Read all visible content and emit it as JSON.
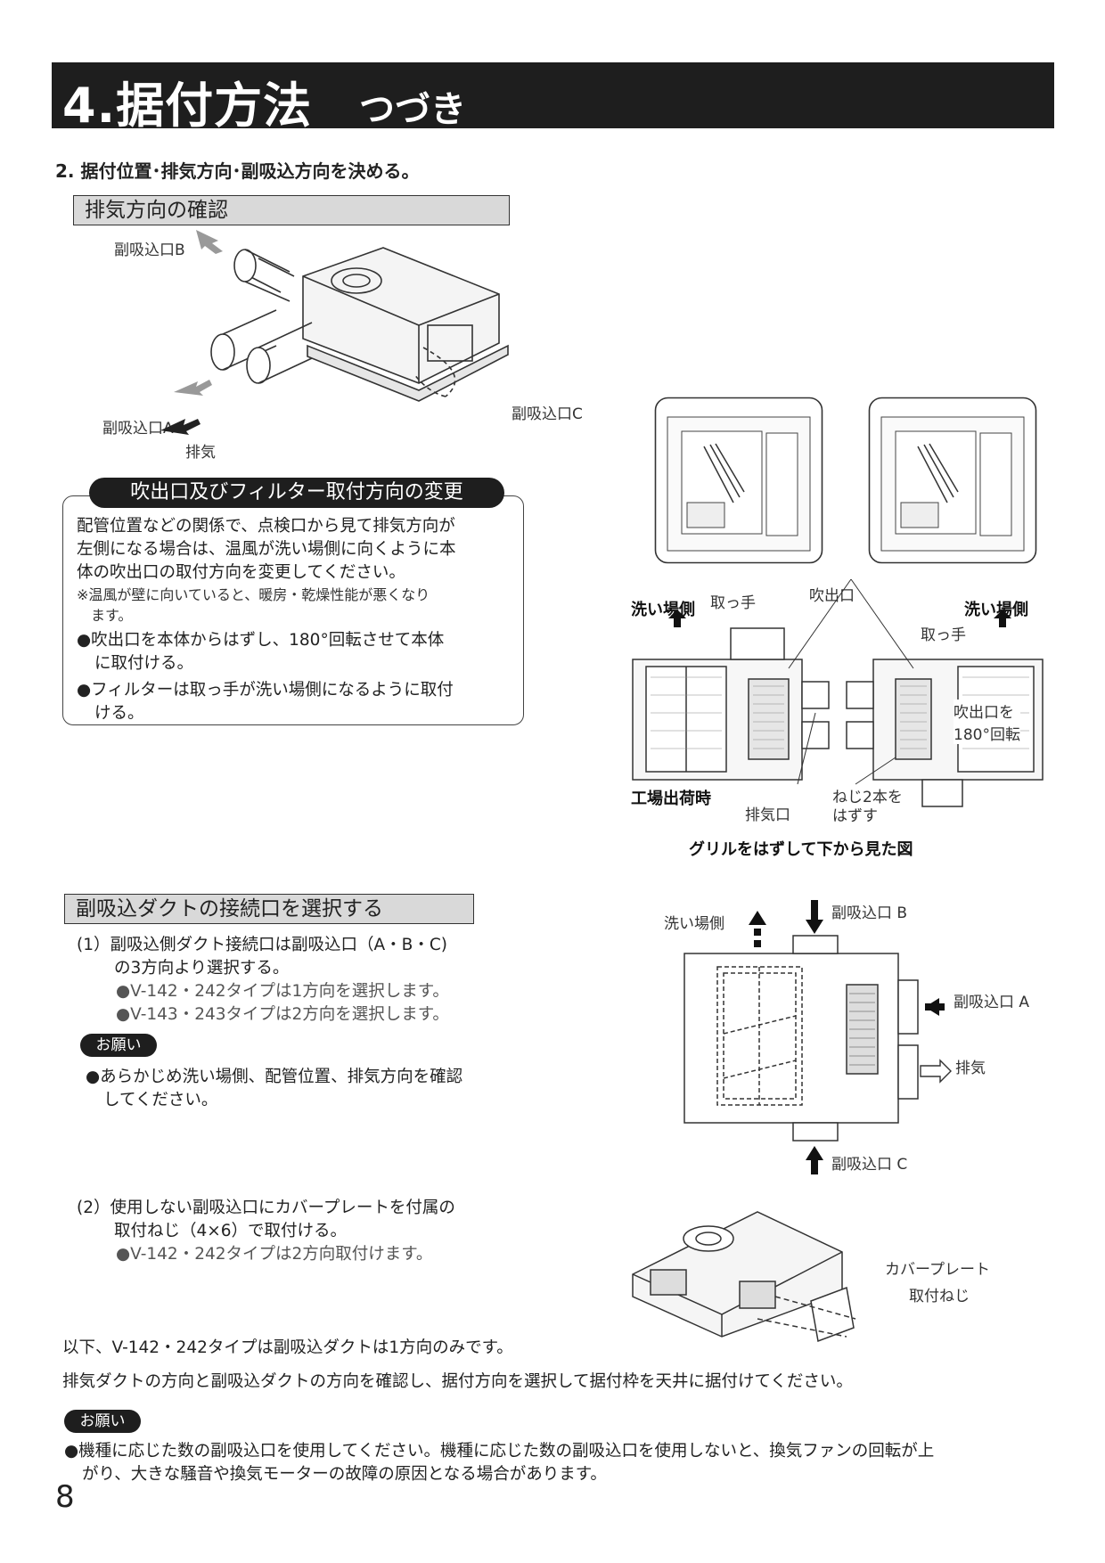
{
  "header": {
    "title_main": "4.据付方法",
    "title_sub": "つづき"
  },
  "step2": {
    "heading": "2. 据付位置･排気方向･副吸込方向を決める。"
  },
  "exhaust_section": {
    "title": "排気方向の確認",
    "labels": {
      "b": "副吸込口B",
      "a": "副吸込口A",
      "c": "副吸込口C",
      "exhaust": "排気"
    }
  },
  "change_box": {
    "title": "吹出口及びフィルター取付方向の変更",
    "body": [
      "配管位置などの関係で、点検口から見て排気方向が",
      "左側になる場合は、温風が洗い場側に向くように本",
      "体の吹出口の取付方向を変更してください。"
    ],
    "note": [
      "※温風が壁に向いていると、暖房・乾燥性能が悪くなり",
      "　ます。"
    ],
    "bullets": [
      [
        "●吹出口を本体からはずし、180°回転させて本体",
        "に取付ける。"
      ],
      [
        "●フィルターは取っ手が洗い場側になるように取付",
        "ける。"
      ]
    ]
  },
  "bottom_view": {
    "wash_left": "洗い場側",
    "wash_right": "洗い場側",
    "handle_left": "取っ手",
    "handle_right": "取っ手",
    "outlet": "吹出口",
    "rotate": [
      "吹出口を",
      "180°回転"
    ],
    "factory": "工場出荷時",
    "exhaust_port": "排気口",
    "screws": [
      "ねじ2本を",
      "はずす"
    ],
    "caption": "グリルをはずして下から見た図"
  },
  "duct_section": {
    "title": "副吸込ダクトの接続口を選択する",
    "item1": [
      "(1）副吸込側ダクト接続口は副吸込口（A・B・C)",
      "の3方向より選択する。"
    ],
    "item1_bullets": [
      "●V-142・242タイプは1方向を選択します。",
      "●V-143・243タイプは2方向を選択します。"
    ],
    "request1": "お願い",
    "request1_text": [
      "●あらかじめ洗い場側、配管位置、排気方向を確認",
      "してください。"
    ],
    "item2": [
      "(2）使用しない副吸込口にカバープレートを付属の",
      "取付ねじ（4×6）で取付ける。"
    ],
    "item2_bullet": "●V-142・242タイプは2方向取付けます。"
  },
  "duct_diagram": {
    "wash": "洗い場側",
    "b": "副吸込口 B",
    "a": "副吸込口 A",
    "exhaust": "排気",
    "c": "副吸込口 C"
  },
  "cover_diagram": {
    "cover": "カバープレート",
    "screw": "取付ねじ"
  },
  "footer_text": {
    "line1": "以下、V-142・242タイプは副吸込ダクトは1方向のみです。",
    "line2": "排気ダクトの方向と副吸込ダクトの方向を確認し、据付方向を選択して据付枠を天井に据付けてください。",
    "request": "お願い",
    "warning": [
      "●機種に応じた数の副吸込口を使用してください。機種に応じた数の副吸込口を使用しないと、換気ファンの回転が上",
      "がり、大きな騒音や換気モーターの故障の原因となる場合があります。"
    ],
    "page_number": "8"
  }
}
